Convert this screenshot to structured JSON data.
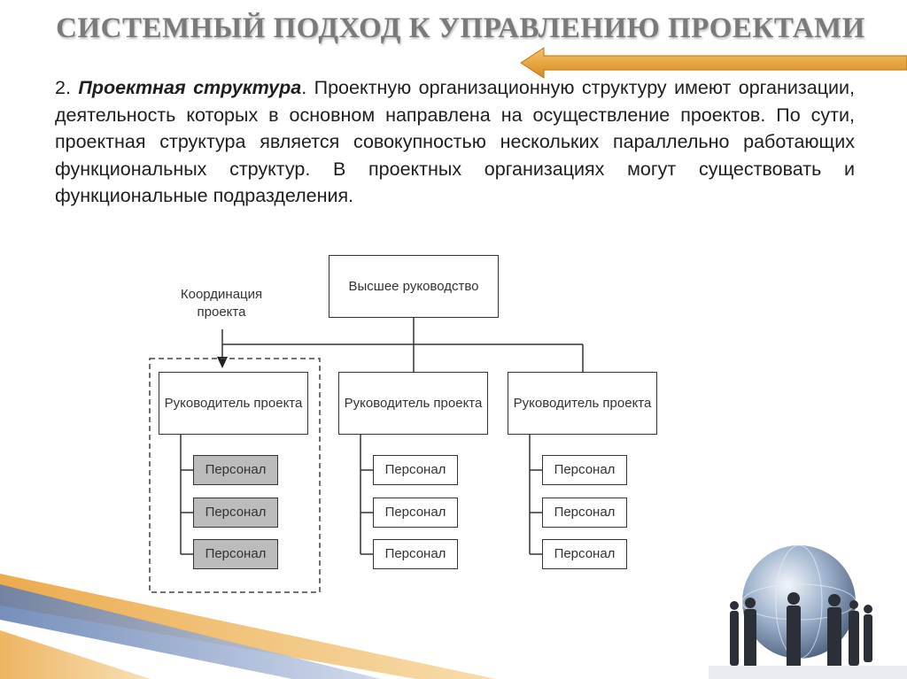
{
  "slide": {
    "title": "СИСТЕМНЫЙ ПОДХОД К УПРАВЛЕНИЮ ПРОЕКТАМИ",
    "paragraph": {
      "number": "2. ",
      "term": "Проектная структура",
      "text": ". Проектную организационную структуру имеют организации, деятельность которых в основном направлена на осуществление проектов. По сути, проектная структура является совокупностью нескольких параллельно работающих функциональных структур. В проектных организациях могут существовать и функциональные подразделения."
    }
  },
  "diagram": {
    "top": "Высшее руководство",
    "coordination_label": "Координация проекта",
    "units": [
      {
        "manager": "Руководитель проекта",
        "staff": [
          "Персонал",
          "Персонал",
          "Персонал"
        ],
        "highlighted": true
      },
      {
        "manager": "Руководитель проекта",
        "staff": [
          "Персонал",
          "Персонал",
          "Персонал"
        ],
        "highlighted": false
      },
      {
        "manager": "Руководитель проекта",
        "staff": [
          "Персонал",
          "Персонал",
          "Персонал"
        ],
        "highlighted": false
      }
    ]
  },
  "colors": {
    "title": "#7a7a7a",
    "accent_arrow": "#e8a33a",
    "highlight_fill": "#bcbcbc",
    "stripe_blue": "#8ea4c8",
    "stripe_orange": "#e8a33a"
  },
  "icons": {
    "title_arrow": "left-arrow-icon",
    "corner_image": "globe-businesspeople-illustration"
  }
}
